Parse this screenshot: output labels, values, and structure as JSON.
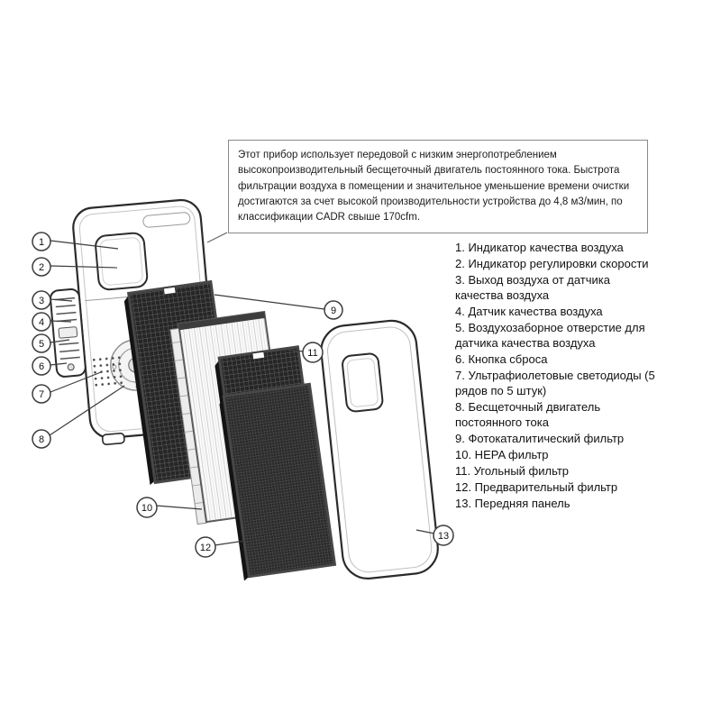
{
  "info_box": {
    "text": "Этот прибор использует передовой с низким энергопотреблением высокопроизводительный бесщеточный двигатель постоянного тока. Быстрота фильтрации воздуха в помещении и значительное уменьшение времени очистки достигаются за счет высокой производительности устройства до 4,8 м3/мин, по классификации CADR свыше 170cfm.",
    "border_color": "#8a8a8a"
  },
  "legend": {
    "items": [
      "1. Индикатор качества воздуха",
      "2. Индикатор регулировки скорости",
      "3. Выход воздуха от датчика качества воздуха",
      "4. Датчик качества воздуха",
      "5. Воздухозаборное отверстие для датчика качества воздуха",
      "6. Кнопка сброса",
      "7. Ультрафиолетовые светодиоды (5 рядов по 5 штук)",
      "8. Бесщеточный двигатель постоянного тока",
      "9. Фотокаталитический фильтр",
      "10. HEPA фильтр",
      "11. Угольный фильтр",
      "12. Предварительный фильтр",
      "13. Передняя панель"
    ]
  },
  "callouts": [
    "1",
    "2",
    "3",
    "4",
    "5",
    "6",
    "7",
    "8",
    "9",
    "10",
    "11",
    "12",
    "13"
  ],
  "colors": {
    "line": "#2b2b2b",
    "mesh_dark": "#262626",
    "accent_gray": "#9a9a9a"
  }
}
